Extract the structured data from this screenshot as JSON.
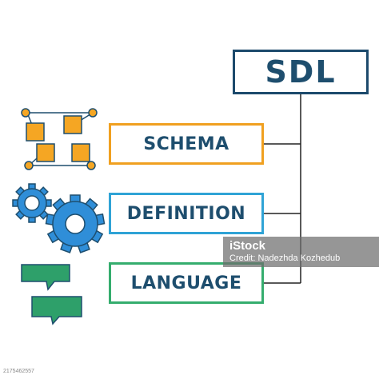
{
  "title": "SDL",
  "items": [
    {
      "label": "SCHEMA",
      "color": "#f0a020"
    },
    {
      "label": "DEFINITION",
      "color": "#2fa3d6"
    },
    {
      "label": "LANGUAGE",
      "color": "#35ad6e"
    }
  ],
  "colors": {
    "title_border": "#1c4a6c",
    "text": "#1e4e6e",
    "connector": "#222222",
    "schema_icon": "#f5a623",
    "gear_icon": "#2f8ed8",
    "chat_icon": "#2ea06a"
  },
  "icons": [
    "network-blocks-icon",
    "gears-icon",
    "chat-bubbles-icon"
  ],
  "watermark": {
    "brand": "iStock",
    "credit": "Credit: Nadezhda Kozhedub"
  },
  "stock_id": "2175462557"
}
